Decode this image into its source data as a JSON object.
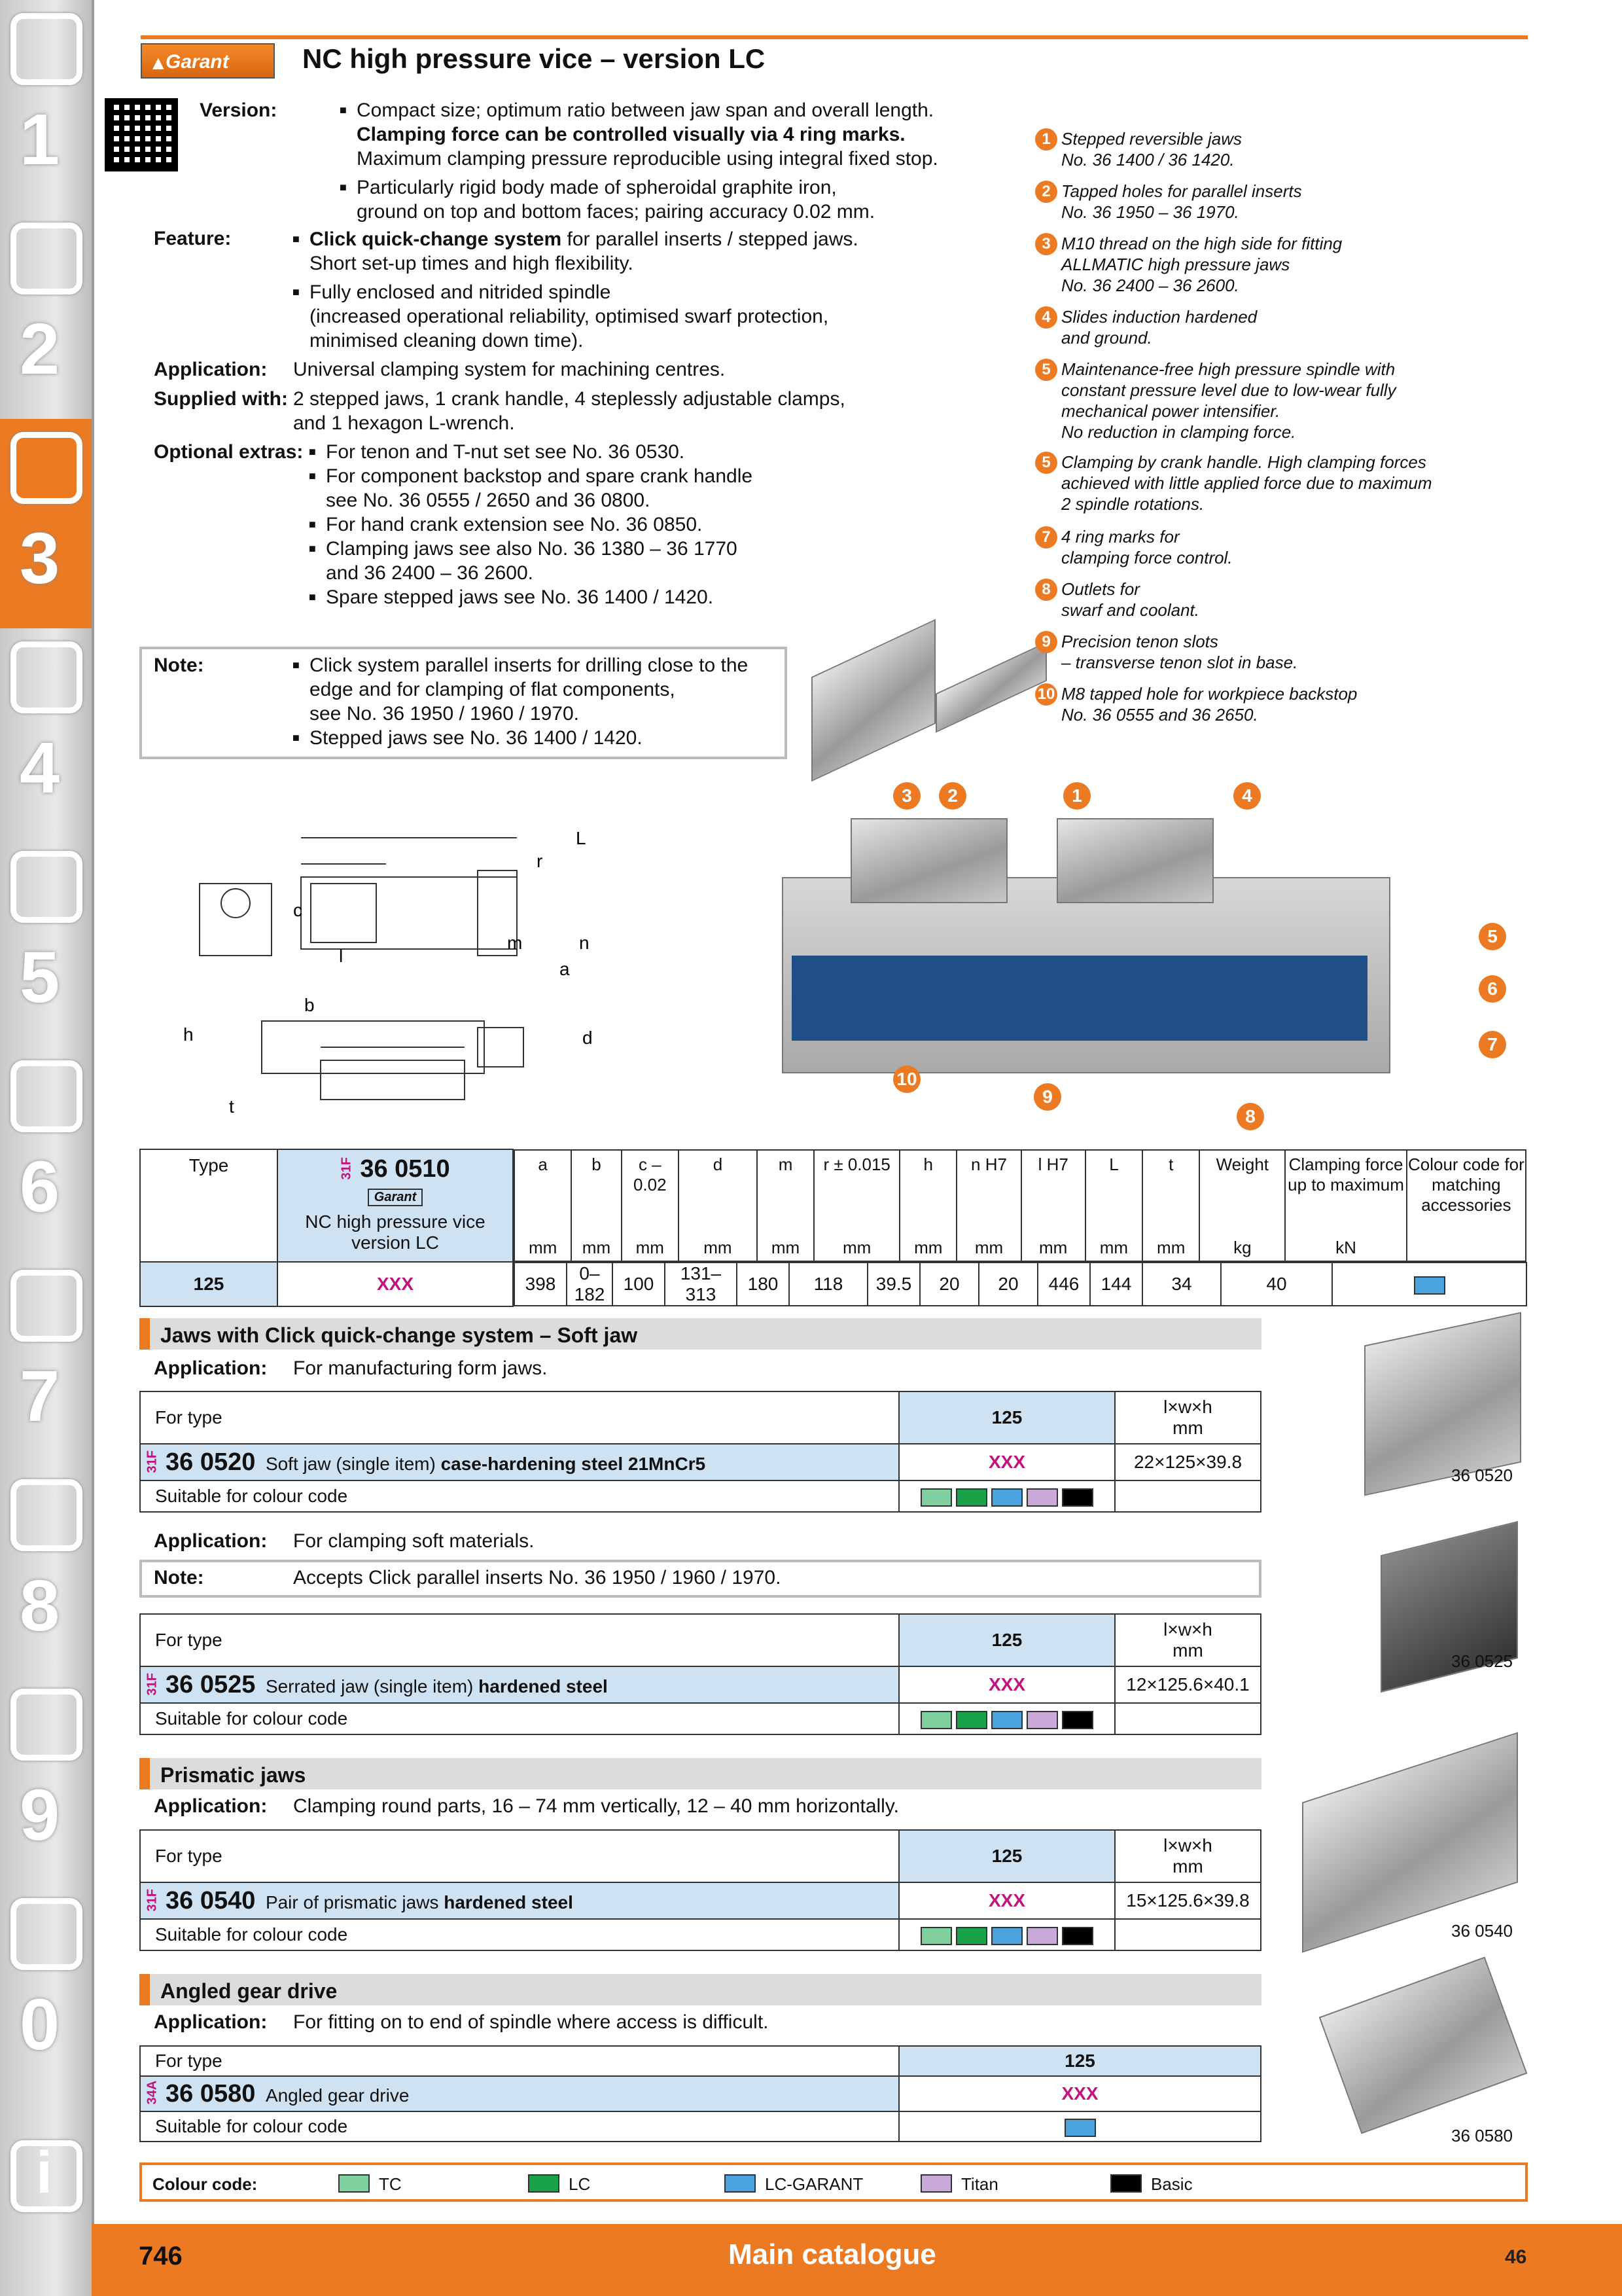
{
  "sidebar": {
    "tabs": [
      "1",
      "2",
      "3",
      "4",
      "5",
      "6",
      "7",
      "8",
      "9",
      "0",
      "i"
    ],
    "active": "3"
  },
  "header": {
    "brand": "Garant",
    "title": "NC high pressure vice – version LC"
  },
  "version": {
    "label": "Version:",
    "b1_l1": "Compact size; optimum ratio between jaw span and overall length.",
    "b1_l2": "Clamping force can be controlled visually via 4 ring marks.",
    "b1_l3": "Maximum clamping pressure reproducible using integral fixed stop.",
    "b2_l1": "Particularly rigid body made of spheroidal graphite iron,",
    "b2_l2": "ground on top and bottom faces; pairing accuracy 0.02 mm."
  },
  "feature": {
    "label": "Feature:",
    "b1_bold": "Click quick-change system",
    "b1_rest": " for parallel inserts / stepped jaws.",
    "b1_l2": "Short set-up times and high flexibility.",
    "b2_l1": "Fully enclosed and nitrided spindle",
    "b2_l2": "(increased operational reliability, optimised swarf protection,",
    "b2_l3": "minimised cleaning down time)."
  },
  "application": {
    "label": "Application:",
    "text": "Universal clamping system for machining centres."
  },
  "supplied": {
    "label": "Supplied with:",
    "l1": "2 stepped jaws, 1 crank handle, 4 steplessly adjustable clamps,",
    "l2": "and 1 hexagon L-wrench."
  },
  "optional": {
    "label": "Optional extras:",
    "o1": "For tenon and T-nut set see No. 36 0530.",
    "o2_l1": "For component backstop and spare crank handle",
    "o2_l2": "see No. 36 0555 / 2650  and 36 0800.",
    "o3": "For hand crank extension see No. 36 0850.",
    "o4_l1": "Clamping jaws see also No. 36 1380 – 36 1770",
    "o4_l2": "and 36 2400 – 36 2600.",
    "o5": "Spare stepped jaws see No. 36 1400 / 1420."
  },
  "note": {
    "label": "Note:",
    "n1_l1": "Click system parallel inserts for drilling close to the",
    "n1_l2": "edge and for clamping of flat components,",
    "n1_l3": "see No.  36 1950 / 1960 / 1970.",
    "n2": "Stepped jaws see No. 36 1400 / 1420."
  },
  "legend": [
    {
      "n": "1",
      "l1": "Stepped reversible jaws",
      "l2": "No. 36 1400 / 36 1420."
    },
    {
      "n": "2",
      "l1": "Tapped holes for parallel inserts",
      "l2": "No. 36 1950 – 36 1970."
    },
    {
      "n": "3",
      "l1": "M10 thread on the high side for fitting",
      "l2": "ALLMATIC high pressure jaws",
      "l3": "No. 36 2400 – 36 2600."
    },
    {
      "n": "4",
      "l1": "Slides induction hardened",
      "l2": "and ground."
    },
    {
      "n": "5",
      "l1": "Maintenance-free high pressure spindle with",
      "l2": "constant pressure level due to low-wear fully",
      "l3": "mechanical power intensifier.",
      "l4": "No reduction in clamping force."
    },
    {
      "n": "5",
      "l1": "Clamping by crank handle. High clamping forces",
      "l2": "achieved with little applied force due to maximum",
      "l3": "2 spindle rotations."
    },
    {
      "n": "7",
      "l1": "4 ring marks for",
      "l2": "clamping force control."
    },
    {
      "n": "8",
      "l1": "Outlets for",
      "l2": "swarf and coolant."
    },
    {
      "n": "9",
      "l1": "Precision tenon slots",
      "l2": "– transverse tenon slot in base."
    },
    {
      "n": "10",
      "l1": "M8 tapped hole for workpiece backstop",
      "l2": "No. 36 0555 and 36 2650."
    }
  ],
  "dims": {
    "L": "L",
    "r": "r",
    "c": "c",
    "l": "l",
    "m": "m",
    "n": "n",
    "a": "a",
    "b": "b",
    "h": "h",
    "t": "t",
    "d": "d"
  },
  "photo_marks": [
    "3",
    "2",
    "1",
    "4",
    "5",
    "6",
    "7",
    "8",
    "9",
    "10"
  ],
  "main_table": {
    "type_h": "Type",
    "code": "31F",
    "article": "36 0510",
    "brand": "Garant",
    "desc_l1": "NC high pressure vice",
    "desc_l2": "version LC",
    "cols": [
      "a",
      "b",
      "c – 0.02",
      "d",
      "m",
      "r ± 0.015",
      "h",
      "n H7",
      "l H7",
      "L",
      "t",
      "Weight",
      "Clamping force up to maximum",
      "Colour code for matching accessories"
    ],
    "units": [
      "mm",
      "mm",
      "mm",
      "mm",
      "mm",
      "mm",
      "mm",
      "mm",
      "mm",
      "mm",
      "mm",
      "kg",
      "kN",
      ""
    ],
    "row": {
      "type": "125",
      "price": "XXX",
      "vals": [
        "398",
        "0–182",
        "100",
        "131–313",
        "180",
        "118",
        "39.5",
        "20",
        "20",
        "446",
        "144",
        "34",
        "40"
      ]
    }
  },
  "soft": {
    "title": "Jaws with Click quick-change system – Soft jaw",
    "app_label": "Application:",
    "app": "For manufacturing form jaws.",
    "for_type": "For type",
    "type": "125",
    "dim_h1": "l×w×h",
    "dim_h2": "mm",
    "code": "31F",
    "article": "36 0520",
    "desc": "Soft jaw (single item) ",
    "desc_b": "case-hardening steel 21MnCr5",
    "price": "XXX",
    "dims": "22×125×39.8",
    "suitable": "Suitable for colour code",
    "app2_label": "Application:",
    "app2": "For clamping soft materials.",
    "note_label": "Note:",
    "note": "Accepts Click parallel inserts No. 36 1950 / 1960 / 1970.",
    "img_label": "36 0520"
  },
  "serr": {
    "for_type": "For type",
    "type": "125",
    "dim_h1": "l×w×h",
    "dim_h2": "mm",
    "code": "31F",
    "article": "36 0525",
    "desc": "Serrated jaw (single item) ",
    "desc_b": "hardened steel",
    "price": "XXX",
    "dims": "12×125.6×40.1",
    "suitable": "Suitable for colour code",
    "img_label": "36 0525"
  },
  "prism": {
    "title": "Prismatic jaws",
    "app_label": "Application:",
    "app": "Clamping round parts, 16 – 74 mm vertically, 12 – 40 mm horizontally.",
    "for_type": "For type",
    "type": "125",
    "dim_h1": "l×w×h",
    "dim_h2": "mm",
    "code": "31F",
    "article": "36 0540",
    "desc": "Pair of prismatic jaws ",
    "desc_b": "hardened steel",
    "price": "XXX",
    "dims": "15×125.6×39.8",
    "suitable": "Suitable for colour code",
    "img_label": "36 0540"
  },
  "gear": {
    "title": "Angled gear drive",
    "app_label": "Application:",
    "app": "For fitting on to end of spindle where access is difficult.",
    "for_type": "For type",
    "type": "125",
    "code": "34A",
    "article": "36 0580",
    "desc": "Angled gear drive",
    "price": "XXX",
    "suitable": "Suitable for colour code",
    "img_label": "36 0580"
  },
  "colours": {
    "label": "Colour code:",
    "items": [
      {
        "name": "TC",
        "color": "#7fcf9f"
      },
      {
        "name": "LC",
        "color": "#1aa24a"
      },
      {
        "name": "LC-GARANT",
        "color": "#4aa3dc"
      },
      {
        "name": "Titan",
        "color": "#c9a9d8"
      },
      {
        "name": "Basic",
        "color": "#000000"
      }
    ]
  },
  "footer": {
    "page": "746",
    "catalogue": "Main catalogue",
    "section": "46"
  }
}
